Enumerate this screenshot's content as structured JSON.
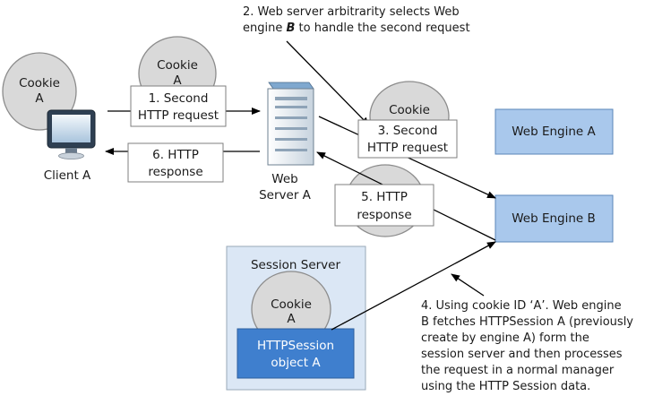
{
  "colors": {
    "cookie_fill": "#d9d9d9",
    "cookie_stroke": "#8c8c8c",
    "engine_fill": "#a9c8ec",
    "engine_stroke": "#5a86b8",
    "session_server_fill": "#dbe7f5",
    "session_object_fill": "#3f7fce",
    "label_box_stroke": "#7f7f7f"
  },
  "client": {
    "cookie": [
      "Cookie",
      "A"
    ],
    "label": "Client A",
    "icon": "monitor-icon"
  },
  "web_server": {
    "label": [
      "Web",
      "Server A"
    ],
    "icon": "server-tower-icon"
  },
  "cookie_on_request": [
    "Cookie",
    "A"
  ],
  "cookie_on_forward": "Cookie",
  "messages": {
    "second_request": [
      "1. Second",
      "HTTP request"
    ],
    "forward_request": [
      "3. Second",
      "HTTP request"
    ],
    "engine_response": [
      "5. HTTP",
      "response"
    ],
    "client_response": [
      "6. HTTP",
      "response"
    ]
  },
  "engines": {
    "a": "Web Engine A",
    "b": "Web Engine B"
  },
  "session_server": {
    "title": "Session Server",
    "cookie": [
      "Cookie",
      "A"
    ],
    "object": [
      "HTTPSession",
      "object A"
    ]
  },
  "notes": {
    "step2": {
      "line1": "2. Web server arbitrarity selects Web",
      "line2_prefix": "engine ",
      "line2_emphasis": "B",
      "line2_suffix": " to handle the second request"
    },
    "step4": [
      "4. Using cookie ID ‘A’. Web engine",
      "B fetches HTTPSession A (previously",
      "create by engine A) form the",
      "session server and then processes",
      "the request in a normal manager",
      "using the HTTP Session data."
    ]
  }
}
